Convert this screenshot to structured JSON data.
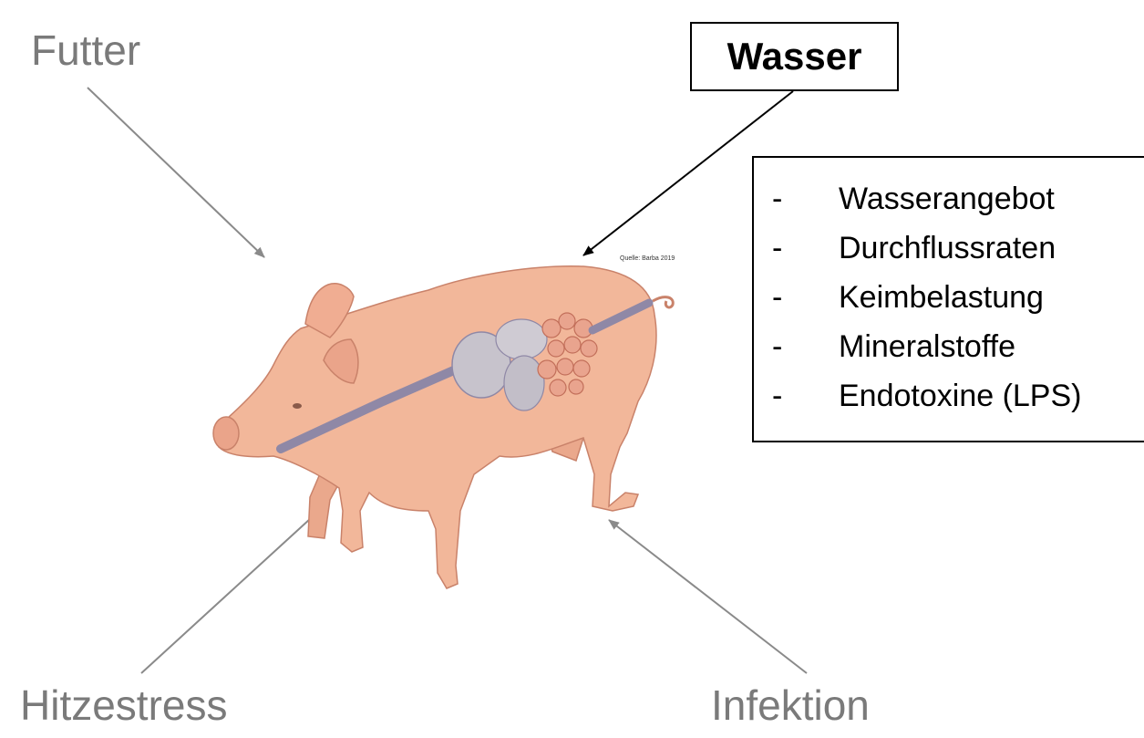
{
  "labels": {
    "futter": "Futter",
    "wasser": "Wasser",
    "hitzestress": "Hitzestress",
    "infektion": "Infektion"
  },
  "water_factors": [
    "Wasserangebot",
    "Durchflussraten",
    "Keimbelastung",
    "Mineralstoffe",
    "Endotoxine (LPS)"
  ],
  "list_bullet": "-",
  "source_credit": "Quelle: Barba 2019",
  "colors": {
    "grey_label": "#7a7a7a",
    "grey_arrow": "#8a8a8a",
    "black": "#000000",
    "pig_skin": "#f2b79a",
    "pig_outline": "#c9826a",
    "organs": "#c7c3cc",
    "intestine": "#e9a48e",
    "tube": "#8f88a6"
  },
  "icons": [
    "pig-illustration",
    "arrow-icon"
  ]
}
